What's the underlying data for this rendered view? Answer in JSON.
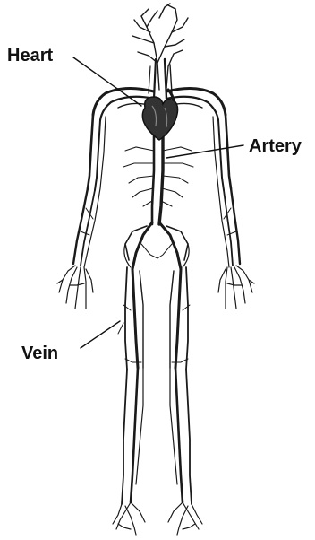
{
  "labels": {
    "heart": "Heart",
    "artery": "Artery",
    "vein": "Vein"
  },
  "colors": {
    "ink": "#111111",
    "vessel_dark": "#1a1a1a",
    "vessel_mid": "#555555",
    "heart_fill": "#333333",
    "background": "#ffffff"
  },
  "icons": {
    "heart": "heart-icon"
  }
}
